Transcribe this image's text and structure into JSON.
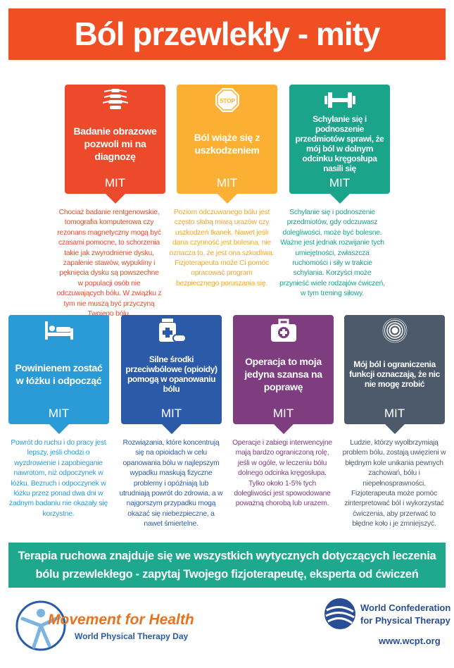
{
  "title": "Ból przewlekły - mity",
  "myth_label": "MIT",
  "cards": [
    {
      "title": "Badanie obrazowe pozwoli mi na diagnozę",
      "icon": "spine-icon",
      "color": "#ec4a2a",
      "text": "Chociaż badanie rentgenowskie, tomografia komputerowa czy rezonans magnetyczny mogą być czasami pomocne, to schorzenia takie jak zwyrodnienie dysku, zapalenie stawów, wypukliny i pęknięcia dysku są powszechne w populacji osób nie odczuwających bólu. W związku z tym nie muszą być przyczyną Twojego bólu."
    },
    {
      "title": "Ból wiąże się z uszkodzeniem",
      "icon": "stop-sign-icon",
      "icon_text": "STOP",
      "color": "#fbb033",
      "text": "Poziom odczuwanego bólu jest często słabą miarą urazów czy uszkodzeń tkanek. Nawet jeśli dana czynność jest bolesna, nie oznacza to, że jest ona szkodliwa. Fizjoterapeuta może Ci pomóc opracować program bezpiecznego poruszania się."
    },
    {
      "title": "Schylanie się i podnoszenie przedmiotów sprawi, że mój ból w dolnym odcinku kręgosłupa nasili się",
      "icon": "dumbbell-icon",
      "color": "#1aa48a",
      "text": "Schylanie się i podnoszenie przedmiotów, gdy odczuwasz dolegliwości, może być bolesne. Ważne jest jednak rozwijanie tych umiejętności, zwłaszcza ruchomości i siły w trakcie schylania. Korzyści może przynieść wiele rodzajów ćwiczeń, w tym trening siłowy."
    },
    {
      "title": "Powinienem zostać w łóżku i odpocząć",
      "icon": "bed-icon",
      "color": "#2a9bd7",
      "text": "Powrót do ruchu i do pracy jest lepszy, jeśli chodzi o wyzdrowienie i zapobieganie nawrotom, niż odpoczynek w łóżku. Bezruch i odpoczynek w łóżku przez ponad dwa dni w żadnym badaniu nie okazały się korzystne."
    },
    {
      "title": "Silne środki przeciwbólowe (opioidy) pomogą w opanowaniu bólu",
      "icon": "pills-icon",
      "color": "#2b5ba8",
      "text": "Rozwiązania, które koncentrują się na opioidach w celu opanowania bólu w najlepszym wypadku maskują fizyczne problemy i opóźniają lub utrudniają powrót do zdrowia, a w najgorszym przypadku mogą okazać się niebezpieczne, a nawet śmiertelne."
    },
    {
      "title": "Operacja to moja jedyna szansa na poprawę",
      "icon": "first-aid-kit-icon",
      "color": "#7e3d7f",
      "text": "Operacje i zabiegi interwencyjne mają bardzo ograniczoną rolę, jeśli w ogóle, w leczeniu bólu dolnego odcinka kręgosłupa. Tylko około 1-5% tych dolegliwości jest spowodowane poważną chorobą lub urazem."
    },
    {
      "title": "Mój ból i ograniczenia funkcji oznaczają, że nic nie mogę zrobić",
      "icon": "ripple-icon",
      "color": "#4d5a6b",
      "text": "Ludzie, którzy wyolbrzymiają problem bólu, zostają uwięzieni w błędnym kole unikania pewnych zachowań, bólu i niepełnosprawności. Fizjoterapeuta może pomóc zinterpretować ból i wykorzystać ćwiczenia, aby przerwać to błędne koło i je zmniejszyć."
    }
  ],
  "bottom_banner": {
    "line1": "Terapia ruchowa znajduje się we wszystkich wytycznych dotyczących leczenia",
    "line2": "bólu przewlekłego - zapytaj Twojego fizjoterapeutę, eksperta od ćwiczeń"
  },
  "footer": {
    "mfh_name": "Movement for Health",
    "mfh_sub": "World Physical Therapy Day",
    "wcpt_line1": "World Confederation",
    "wcpt_line2": "for Physical Therapy",
    "url": "www.wcpt.org"
  }
}
